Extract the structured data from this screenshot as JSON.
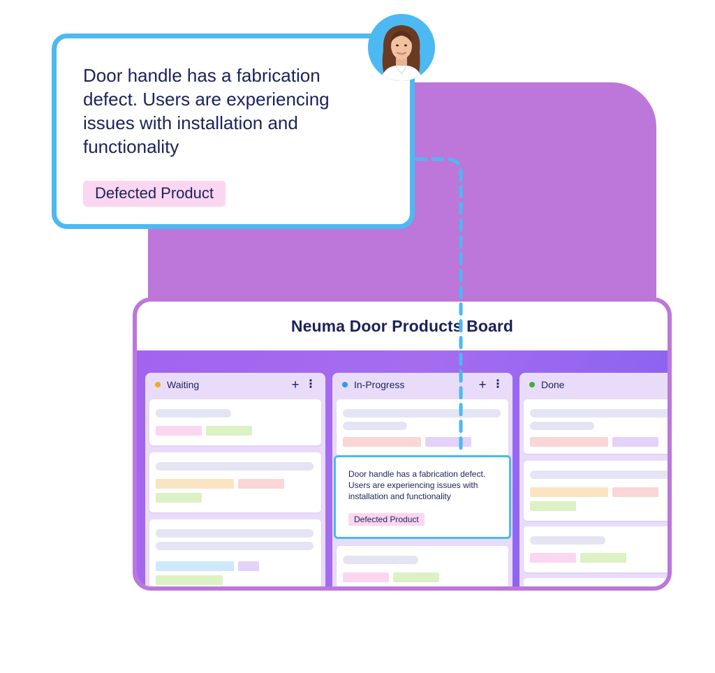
{
  "callout": {
    "text": "Door handle has a fabrication defect. Users are experiencing issues with installation and functionality",
    "tag": "Defected Product"
  },
  "board": {
    "title": "Neuma Door Products Board",
    "columns": [
      {
        "name": "Waiting",
        "dot_color": "#f5a623"
      },
      {
        "name": "In-Progress",
        "dot_color": "#2d9cf0"
      },
      {
        "name": "Done",
        "dot_color": "#3fae3b"
      }
    ],
    "highlighted_card": {
      "text": "Door handle has a fabrication defect. Users are experiencing issues with installation and functionality",
      "tag": "Defected Product"
    },
    "add_icon": "+",
    "more_icon": "⋮"
  },
  "colors": {
    "accent_blue": "#4cb9f3",
    "purple": "#bd76d9",
    "navy_text": "#1a2259",
    "tag_pink": "#fbd6f1",
    "tag_green": "#dcf1c4",
    "tag_peach": "#fbe4c2",
    "tag_salmon": "#fad6d6",
    "tag_lavender": "#e4d2fa",
    "tag_blue": "#cfe8fb"
  },
  "icons": {
    "add": "plus-icon",
    "more": "more-vertical-icon",
    "avatar": "user-avatar"
  }
}
